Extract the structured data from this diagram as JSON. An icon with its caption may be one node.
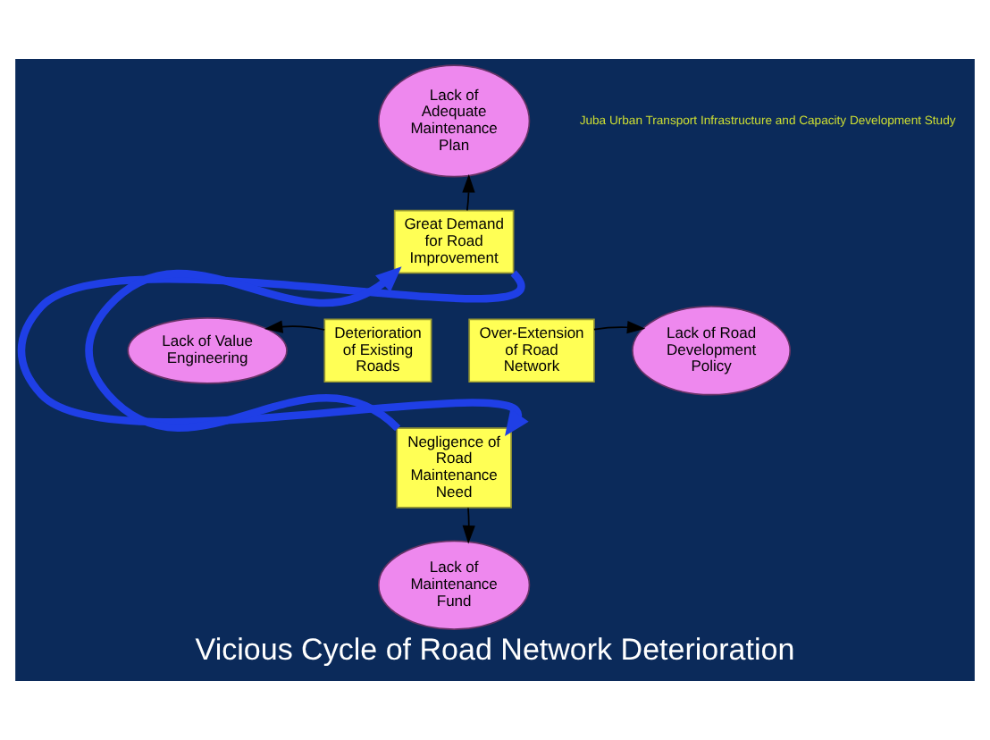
{
  "diagram": {
    "title": "Vicious Cycle of Road Network Deterioration",
    "nodes": [
      {
        "text": [
          "Lack of Adequate Maintenance Plan"
        ]
      },
      {
        "text": [
          "Great Demand for Road Improvement"
        ]
      },
      {
        "text": [
          "Lack of Value Engineering"
        ]
      },
      {
        "text": [
          "Deterioration of Existing Roads"
        ]
      },
      {
        "text": [
          "Over-Extension of Road Network"
        ]
      },
      {
        "text": [
          "Lack of Road Development Policy"
        ]
      },
      {
        "text": [
          "Negligence of Road Maintenance Need"
        ]
      },
      {
        "text": [
          "Lack of Maintenance Fund"
        ]
      }
    ],
    "edges": [
      {
        "from": 1,
        "to": 0,
        "arrow": "to"
      },
      {
        "from": 3,
        "to": 2,
        "arrow": "to"
      },
      {
        "from": 4,
        "to": 5,
        "arrow": "to"
      },
      {
        "from": 6,
        "to": 7,
        "arrow": "to"
      },
      {
        "from": 1,
        "to": 6,
        "arrow": "to",
        "style": "thick",
        "color": "#1f3fe6"
      },
      {
        "from": 6,
        "to": 1,
        "arrow": "to",
        "style": "thick",
        "color": "#1f3fe6"
      }
    ],
    "labels": [
      "Juba Urban Transport Infrastructure and Capacity Development Study"
    ]
  }
}
